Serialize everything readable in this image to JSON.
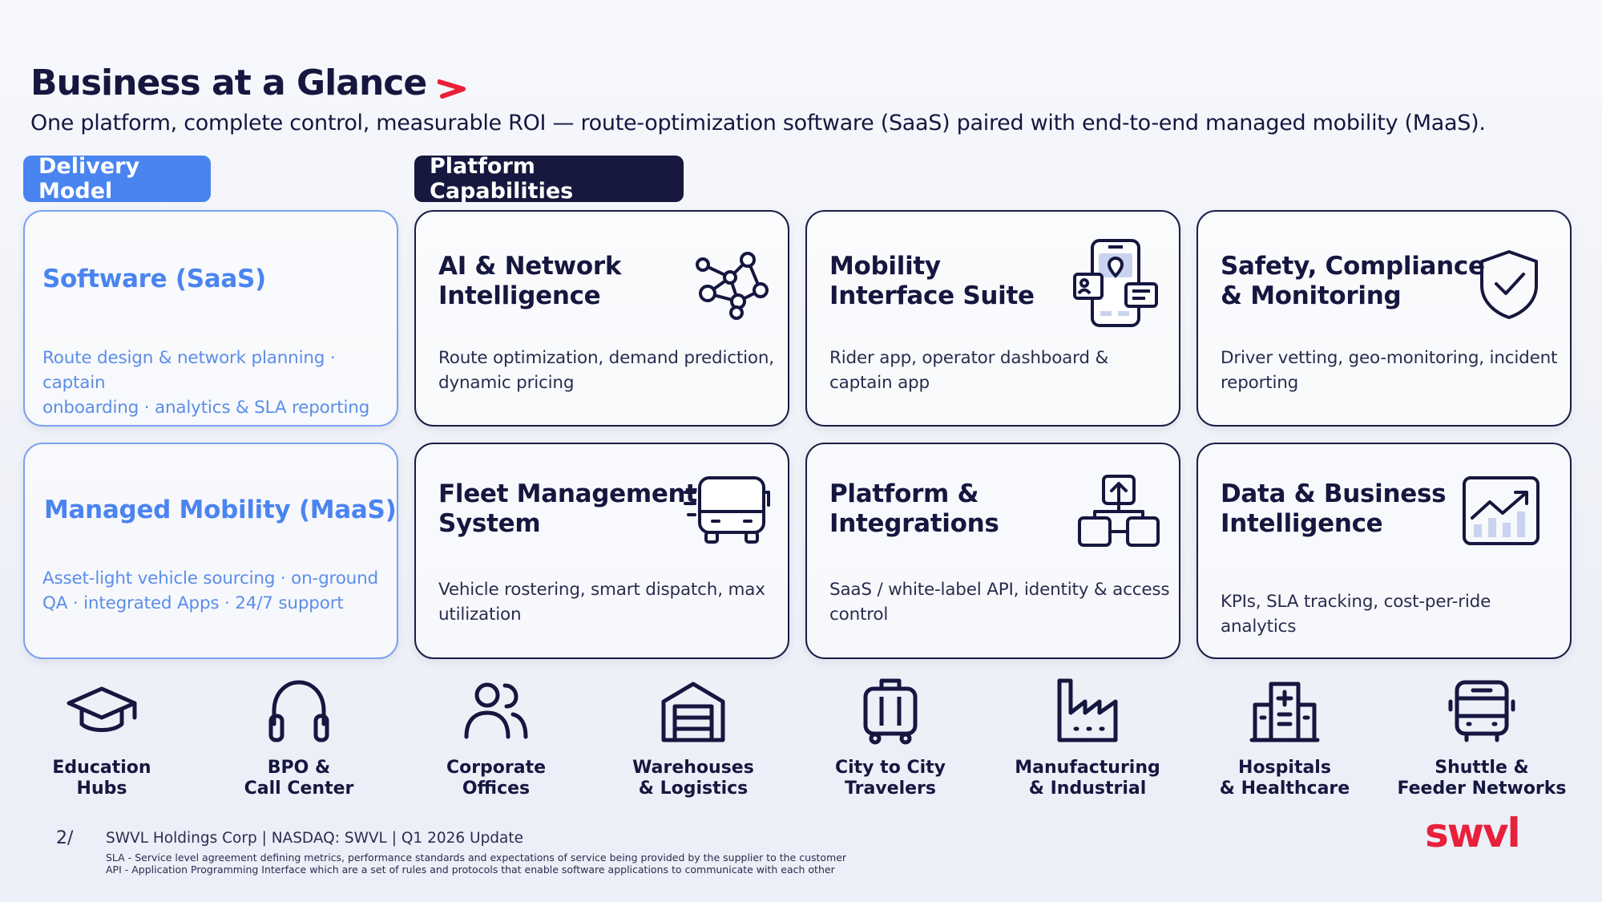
{
  "header": {
    "title": "Business at a Glance",
    "subtitle": "One platform, complete control, measurable ROI — route-optimization software (SaaS) paired with end-to-end managed mobility (MaaS)."
  },
  "pills": {
    "delivery_model": "Delivery Model",
    "platform_capabilities": "Platform Capabilities"
  },
  "delivery": [
    {
      "title": "Software (SaaS)",
      "desc_l1": "Route design & network planning · captain",
      "desc_l2": "onboarding · analytics & SLA reporting"
    },
    {
      "title": "Managed Mobility (MaaS)",
      "desc_l1": "Asset-light vehicle sourcing · on-ground",
      "desc_l2": "QA · integrated Apps · 24/7 support"
    }
  ],
  "capabilities": [
    {
      "title_l1": "AI & Network",
      "title_l2": "Intelligence",
      "desc_l1": "Route optimization, demand prediction,",
      "desc_l2": "dynamic pricing",
      "icon": "network-nodes-icon"
    },
    {
      "title_l1": "Mobility",
      "title_l2": "Interface Suite",
      "desc_l1": "Rider app, operator dashboard &",
      "desc_l2": "captain app",
      "icon": "mobile-interface-icon"
    },
    {
      "title_l1": "Safety, Compliance",
      "title_l2": "& Monitoring",
      "desc_l1": "Driver vetting, geo-monitoring, incident",
      "desc_l2": "reporting",
      "icon": "shield-check-icon"
    },
    {
      "title_l1": "Fleet Management",
      "title_l2": "System",
      "desc_l1": "Vehicle rostering, smart dispatch, max",
      "desc_l2": "utilization",
      "icon": "bus-icon"
    },
    {
      "title_l1": "Platform &",
      "title_l2": "Integrations",
      "desc_l1": "SaaS / white-label API, identity & access",
      "desc_l2": "control",
      "icon": "integration-icon"
    },
    {
      "title_l1": "Data & Business",
      "title_l2": "Intelligence",
      "desc_l1": "KPIs, SLA tracking, cost-per-ride analytics",
      "desc_l2": "",
      "icon": "chart-trend-icon"
    }
  ],
  "sectors": [
    {
      "l1": "Education",
      "l2": "Hubs",
      "icon": "graduation-cap-icon"
    },
    {
      "l1": "BPO &",
      "l2": "Call Center",
      "icon": "headphones-icon"
    },
    {
      "l1": "Corporate",
      "l2": "Offices",
      "icon": "users-icon"
    },
    {
      "l1": "Warehouses",
      "l2": "& Logistics",
      "icon": "warehouse-icon"
    },
    {
      "l1": "City to City",
      "l2": "Travelers",
      "icon": "luggage-icon"
    },
    {
      "l1": "Manufacturing",
      "l2": "& Industrial",
      "icon": "factory-icon"
    },
    {
      "l1": "Hospitals",
      "l2": "& Healthcare",
      "icon": "hospital-icon"
    },
    {
      "l1": "Shuttle &",
      "l2": "Feeder Networks",
      "icon": "shuttle-bus-icon"
    }
  ],
  "footer": {
    "page": "2/",
    "text": "SWVL Holdings Corp  |  NASDAQ: SWVL  |  Q1 2026 Update",
    "note1": "SLA - Service level agreement defining metrics, performance standards and expectations of service being provided by the supplier to the customer",
    "note2": "API - Application Programming Interface which are a set of rules and protocols that enable software applications to communicate with each other",
    "logo": "swvl"
  },
  "colors": {
    "navy": "#15173f",
    "blue": "#4a84f0",
    "brand_red": "#e8203a"
  }
}
